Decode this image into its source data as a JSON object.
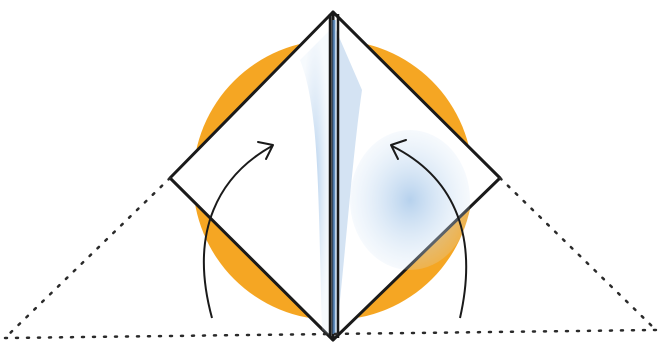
{
  "diagram": {
    "type": "origami-fold-instruction",
    "colors": {
      "paper_back": "#f5a623",
      "paper_front": "#ffffff",
      "shading": "#b9d4ee",
      "center_line": "#5a8fc8",
      "outline": "#1a1a1a",
      "guide_line": "#2a2a2a"
    },
    "elements": {
      "fold_lines": "dotted",
      "arrows": [
        "left-fold-arrow",
        "right-fold-arrow"
      ],
      "flaps": [
        "left-flap",
        "right-flap"
      ]
    }
  }
}
